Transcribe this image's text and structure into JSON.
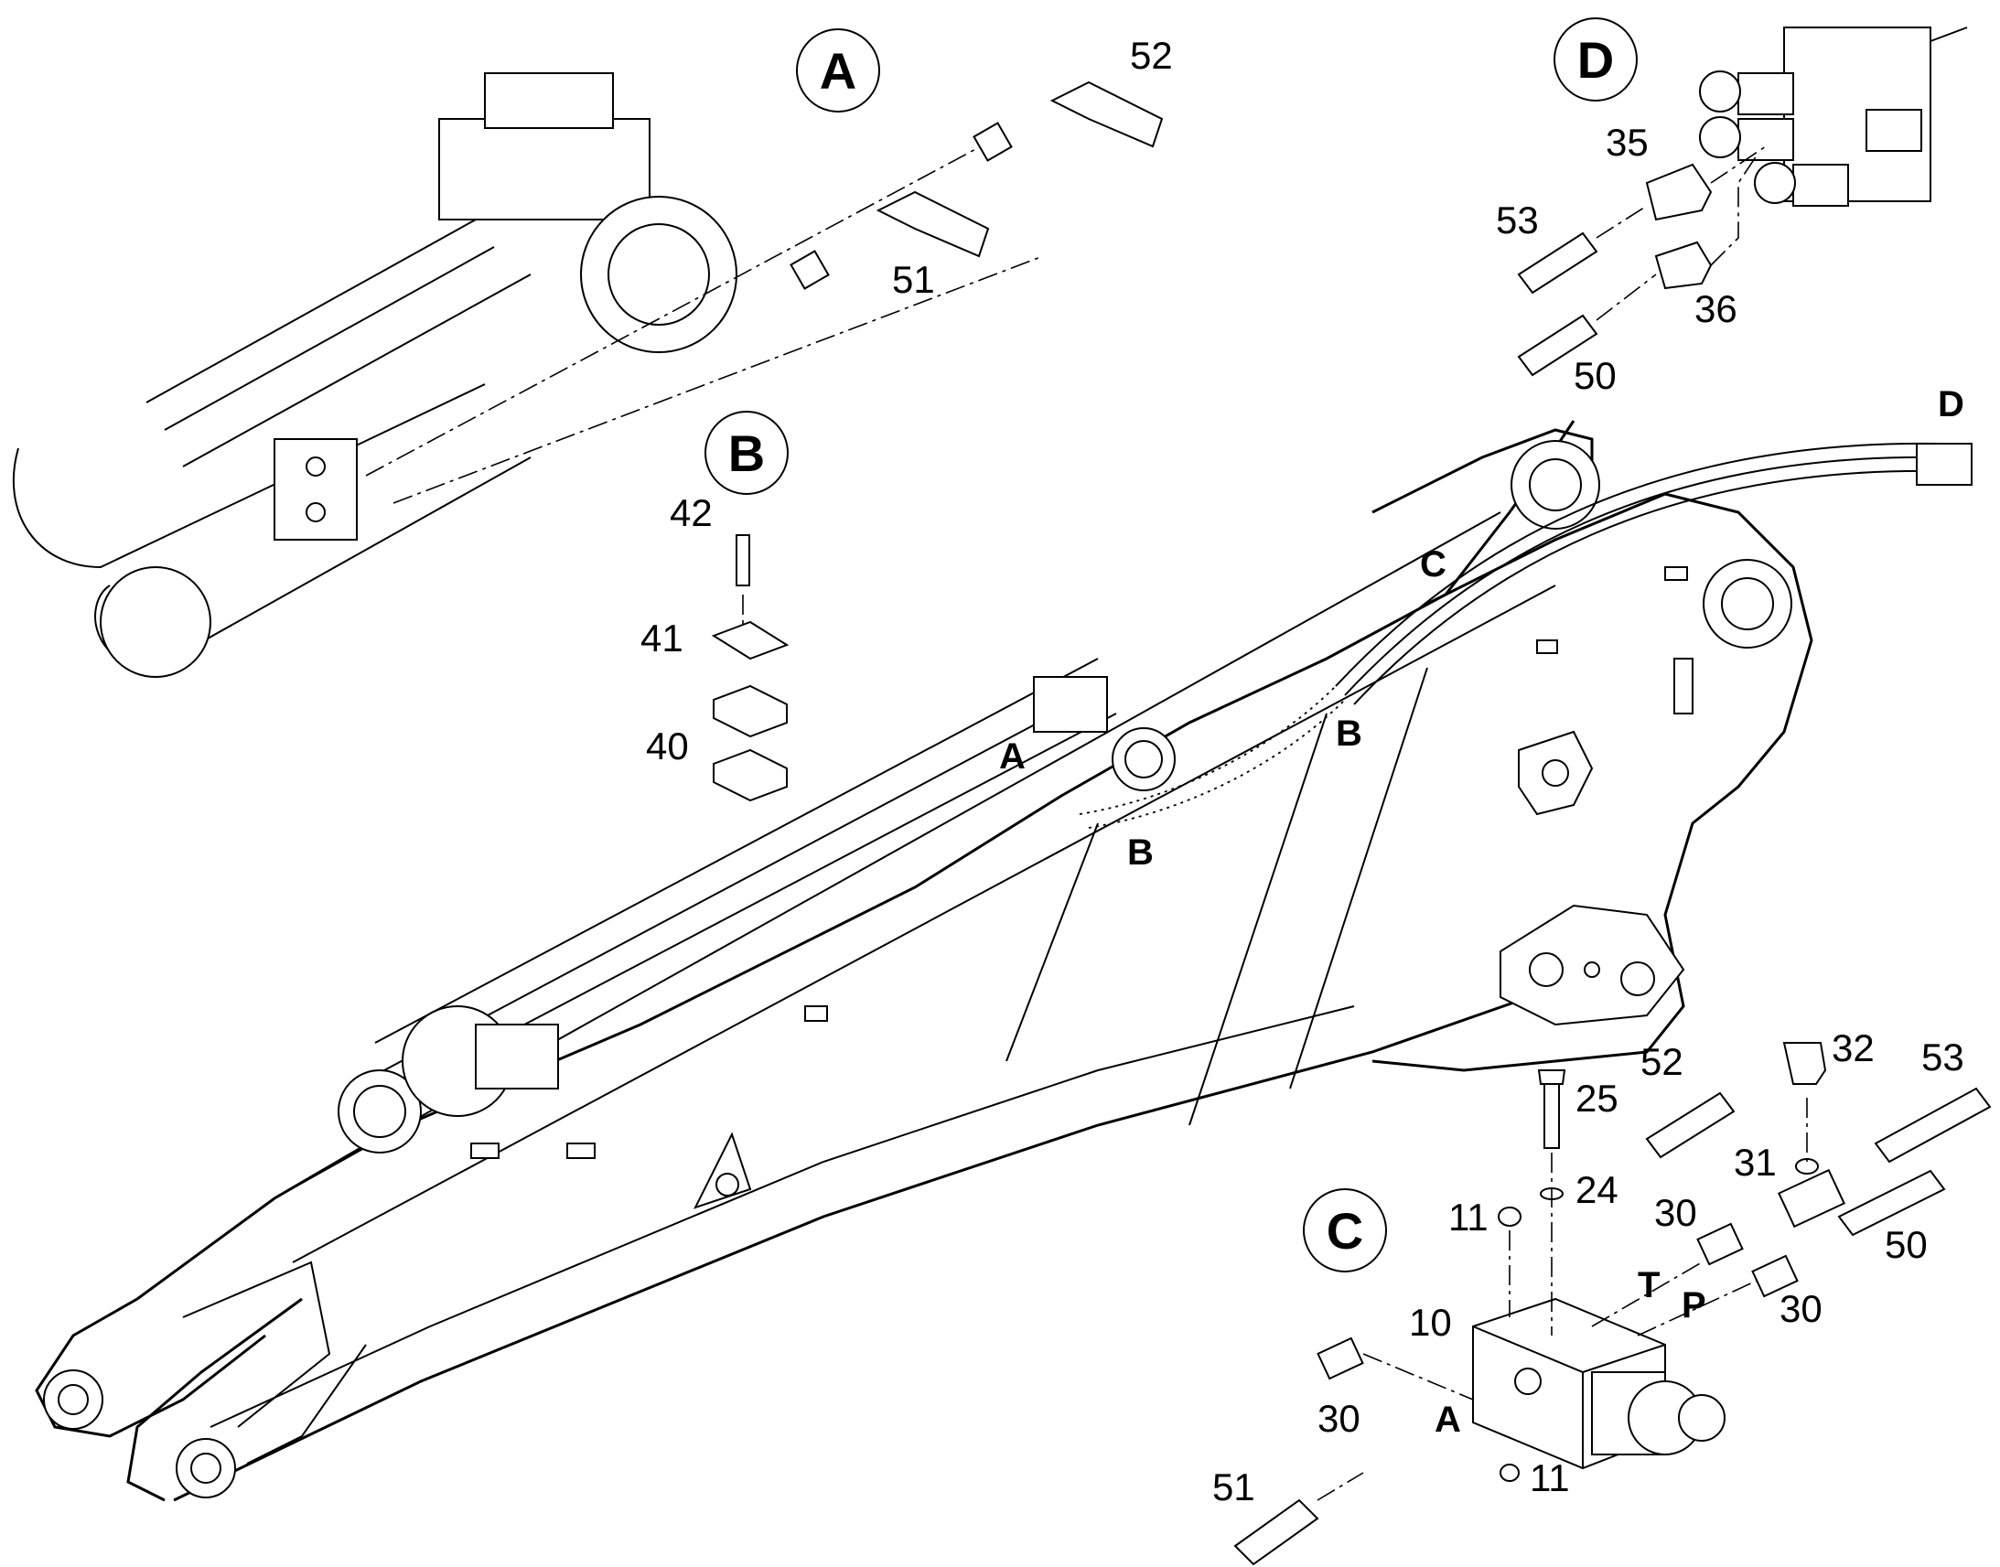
{
  "callouts": {
    "A": "A",
    "B": "B",
    "C": "C",
    "D": "D"
  },
  "detail_A": {
    "part_51": "51",
    "part_52": "52"
  },
  "detail_B": {
    "part_42": "42",
    "part_41": "41",
    "part_40": "40"
  },
  "detail_C": {
    "part_25": "25",
    "part_24": "24",
    "part_11_top": "11",
    "part_11_bottom": "11",
    "part_10": "10",
    "part_30_left": "30",
    "part_30_t": "30",
    "part_30_p": "30",
    "part_31": "31",
    "part_32": "32",
    "part_52": "52",
    "part_53": "53",
    "part_50": "50",
    "part_51": "51",
    "port_T": "T",
    "port_P": "P",
    "port_A": "A"
  },
  "detail_D": {
    "part_35": "35",
    "part_36": "36",
    "part_53": "53",
    "part_50": "50"
  },
  "boom_labels": {
    "A": "A",
    "B_upper": "B",
    "B_lower": "B",
    "C": "C",
    "D": "D"
  }
}
